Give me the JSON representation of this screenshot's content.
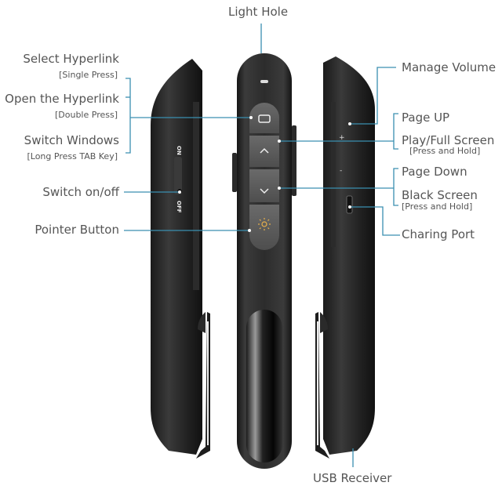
{
  "diagram": {
    "subject": "Wireless presenter remote",
    "accent_color": "#3a8fb0",
    "top_label": "Light Hole",
    "bottom_label": "USB  Receiver",
    "left_labels": [
      {
        "title": "Select  Hyperlink",
        "note": "[Single  Press]"
      },
      {
        "title": "Open the Hyperlink",
        "note": "[Double Press]"
      },
      {
        "title": "Switch Windows",
        "note": "[Long Press TAB Key]"
      },
      {
        "title": "Switch on/off",
        "note": ""
      },
      {
        "title": "Pointer Button",
        "note": ""
      }
    ],
    "right_labels": [
      {
        "title": "Manage Volume",
        "note": ""
      },
      {
        "title": "Page UP",
        "note": ""
      },
      {
        "title": "Play/Full Screen",
        "note": "[Press and Hold]"
      },
      {
        "title": "Page  Down",
        "note": ""
      },
      {
        "title": "Black  Screen",
        "note": "[Press and Hold]"
      },
      {
        "title": "Charing Port",
        "note": ""
      }
    ],
    "switch_marks": {
      "on": "ON",
      "off": "OFF"
    },
    "volume_marks": {
      "plus": "+",
      "minus": "-"
    },
    "buttons": [
      {
        "name": "hyperlink",
        "icon": "rectangle-icon"
      },
      {
        "name": "page-up",
        "icon": "chevron-up-icon"
      },
      {
        "name": "page-down",
        "icon": "chevron-down-icon"
      },
      {
        "name": "pointer",
        "icon": "sun-icon"
      }
    ]
  }
}
